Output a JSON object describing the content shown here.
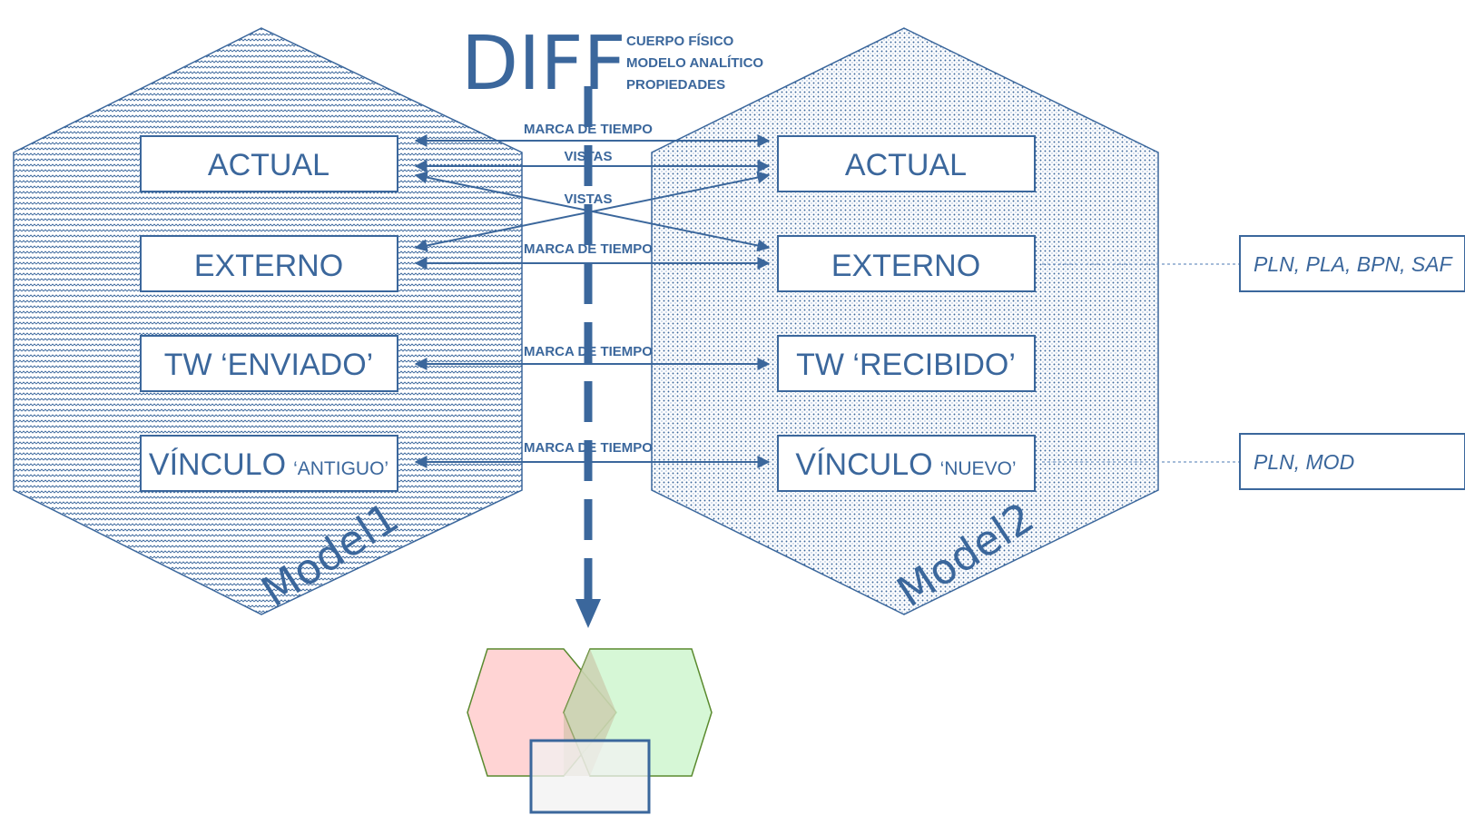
{
  "title": "DIFF",
  "title_list": [
    "CUERPO FÍSICO",
    "MODELO ANALÍTICO",
    "PROPIEDADES"
  ],
  "model1": {
    "label": "Model1",
    "boxes": {
      "actual": "ACTUAL",
      "externo": "EXTERNO",
      "tw": "TW ‘ENVIADO’",
      "vinculo": "VÍNCULO",
      "vinculo_tag": "‘ANTIGUO’"
    }
  },
  "model2": {
    "label": "Model2",
    "boxes": {
      "actual": "ACTUAL",
      "externo": "EXTERNO",
      "tw": "TW ‘RECIBIDO’",
      "vinculo": "VÍNCULO",
      "vinculo_tag": "‘NUEVO’"
    }
  },
  "connectors": {
    "actual_timestamp": "MARCA DE TIEMPO",
    "actual_views": "VISTAS",
    "cross_views": "VISTAS",
    "externo_timestamp": "MARCA DE TIEMPO",
    "tw_timestamp": "MARCA DE TIEMPO",
    "vinculo_timestamp": "MARCA DE TIEMPO"
  },
  "side_notes": {
    "externo": "PLN, PLA, BPN, SAF",
    "vinculo": "PLN, MOD"
  },
  "colors": {
    "primary": "#3b679c",
    "venn_red": "#ffcccc",
    "venn_green": "#ccf5cc",
    "venn_stroke": "#5a8a2e",
    "result_fill": "#f2f2f2"
  }
}
